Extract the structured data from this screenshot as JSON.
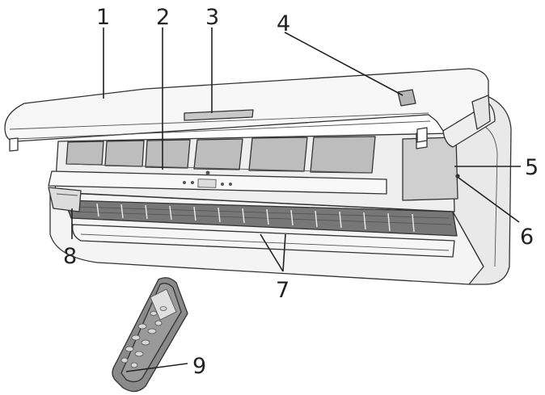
{
  "diagram": {
    "callouts": [
      {
        "id": "1",
        "label": "1"
      },
      {
        "id": "2",
        "label": "2"
      },
      {
        "id": "3",
        "label": "3"
      },
      {
        "id": "4",
        "label": "4"
      },
      {
        "id": "5",
        "label": "5"
      },
      {
        "id": "6",
        "label": "6"
      },
      {
        "id": "7",
        "label": "7"
      },
      {
        "id": "8",
        "label": "8"
      },
      {
        "id": "9",
        "label": "9"
      }
    ]
  },
  "colors": {
    "line": "#333333",
    "body": "#f4f4f4",
    "filter": "#bdbdbd",
    "panel": "#cfcfcf",
    "dark": "#8a8a8a"
  }
}
